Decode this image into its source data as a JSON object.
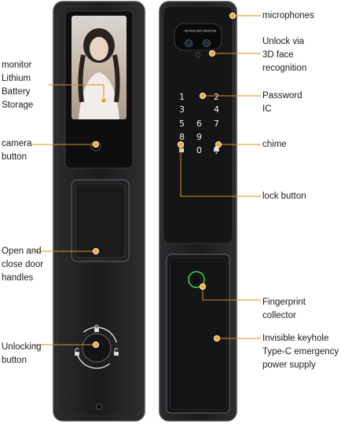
{
  "labels_left": {
    "monitor": "monitor\nLithium\nBattery\nStorage",
    "camera_button": "camera\nbutton",
    "door_handles": "Open and\nclose door\nhandles",
    "unlocking_button": "Unlocking\nbutton"
  },
  "labels_right": {
    "microphones": "microphones",
    "face_recognition": "Unlock via\n3D face\nrecognition",
    "password": "Password\nIC",
    "chime": "chime",
    "lock_button": "lock button",
    "fingerprint": "Fingerprint\ncollector",
    "keyhole": "Invisible keyhole\nType-C emergency\npower supply"
  },
  "keypad_digits": [
    "1",
    "2",
    "3",
    "4",
    "5",
    "6",
    "7",
    "8",
    "9",
    "0"
  ],
  "camera_strip_text": "3D FACE RECOGNITION",
  "icons": [
    "person-silhouette-icon",
    "camera-icon",
    "lock-icon",
    "unlock-icon",
    "bell-icon",
    "fingerprint-icon"
  ],
  "colors": {
    "callout_dot": "#f5a623",
    "callout_line": "#d9911d",
    "lock_body": "#1d1d1f",
    "lock_edge": "#4a4a4e"
  }
}
